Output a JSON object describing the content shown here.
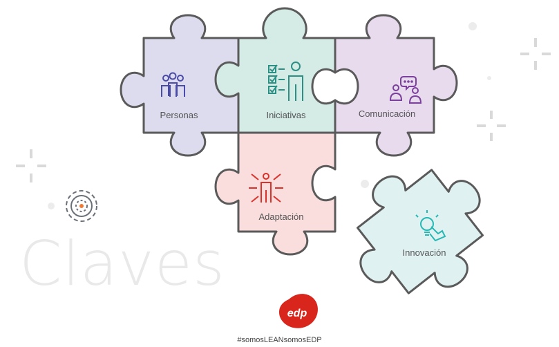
{
  "background_word": "Claves",
  "hashtag": "#somosLEANsomosEDP",
  "logo_text": "edp",
  "pieces": [
    {
      "key": "personas",
      "label": "Personas",
      "color": "#dcdcee",
      "icon": "people-group-icon"
    },
    {
      "key": "iniciativas",
      "label": "Iniciativas",
      "color": "#d4ebe6",
      "icon": "checklist-person-icon"
    },
    {
      "key": "comunicacion",
      "label": "Comunicación",
      "color": "#e8dbee",
      "icon": "people-chat-icon"
    },
    {
      "key": "adaptacion",
      "label": "Adaptación",
      "color": "#f9dedd",
      "icon": "person-arrows-icon"
    },
    {
      "key": "innovacion",
      "label": "Innovación",
      "color": "#e0f1f1",
      "icon": "lightbulb-hand-icon"
    }
  ],
  "colors": {
    "outline": "#5a5a5a",
    "icon_blue": "#4b4ba8",
    "icon_teal": "#2b8f84",
    "icon_purple": "#7b3f9c",
    "icon_red": "#d9322b",
    "icon_cyan": "#26b8b4",
    "edp_red": "#d9261c",
    "gear_gray": "#6a7078",
    "gear_orange": "#f07a32"
  }
}
